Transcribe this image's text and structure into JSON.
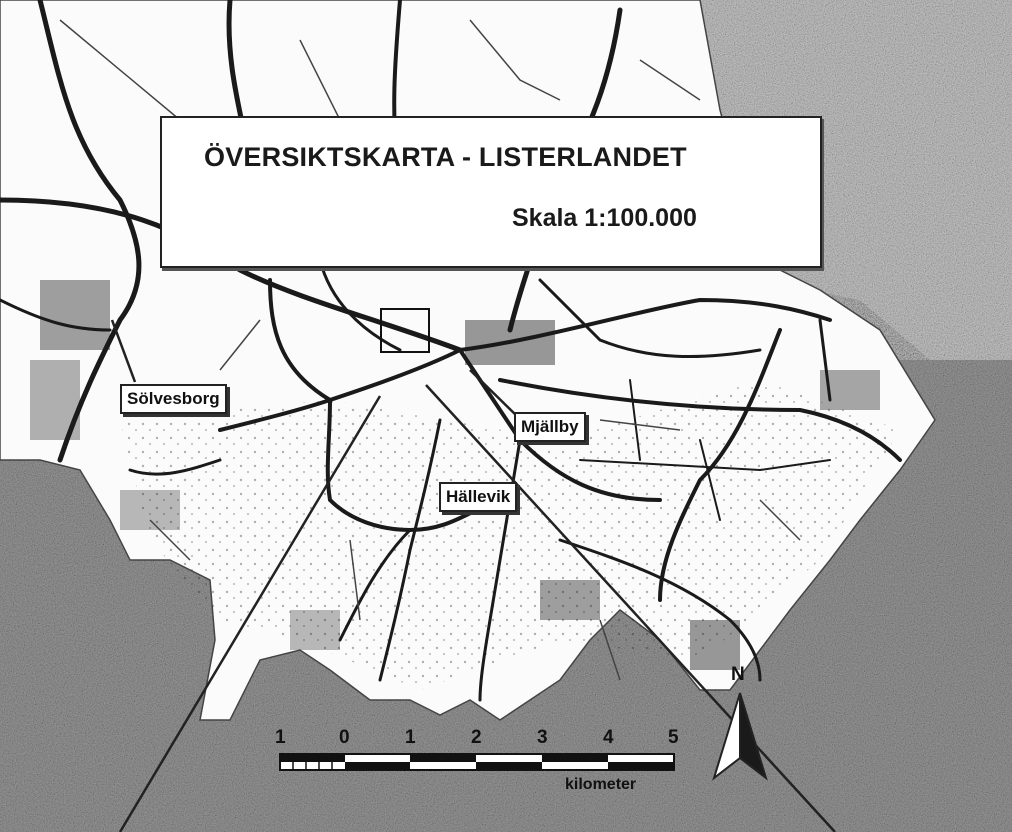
{
  "map": {
    "title": "ÖVERSIKTSKARTA - LISTERLANDET",
    "scale_text": "Skala 1:100.000",
    "places": [
      {
        "id": "solvesborg",
        "label": "Sölvesborg"
      },
      {
        "id": "mjallby",
        "label": "Mjällby"
      },
      {
        "id": "hallevik",
        "label": "Hällevik"
      }
    ],
    "scalebar": {
      "ticks": [
        "1",
        "0",
        "1",
        "2",
        "3",
        "4",
        "5"
      ],
      "unit": "kilometer"
    },
    "north_arrow": {
      "label": "N"
    },
    "colors": {
      "sea": "#8f8f8f",
      "land": "#ffffff",
      "roads": "#1a1a1a"
    }
  }
}
